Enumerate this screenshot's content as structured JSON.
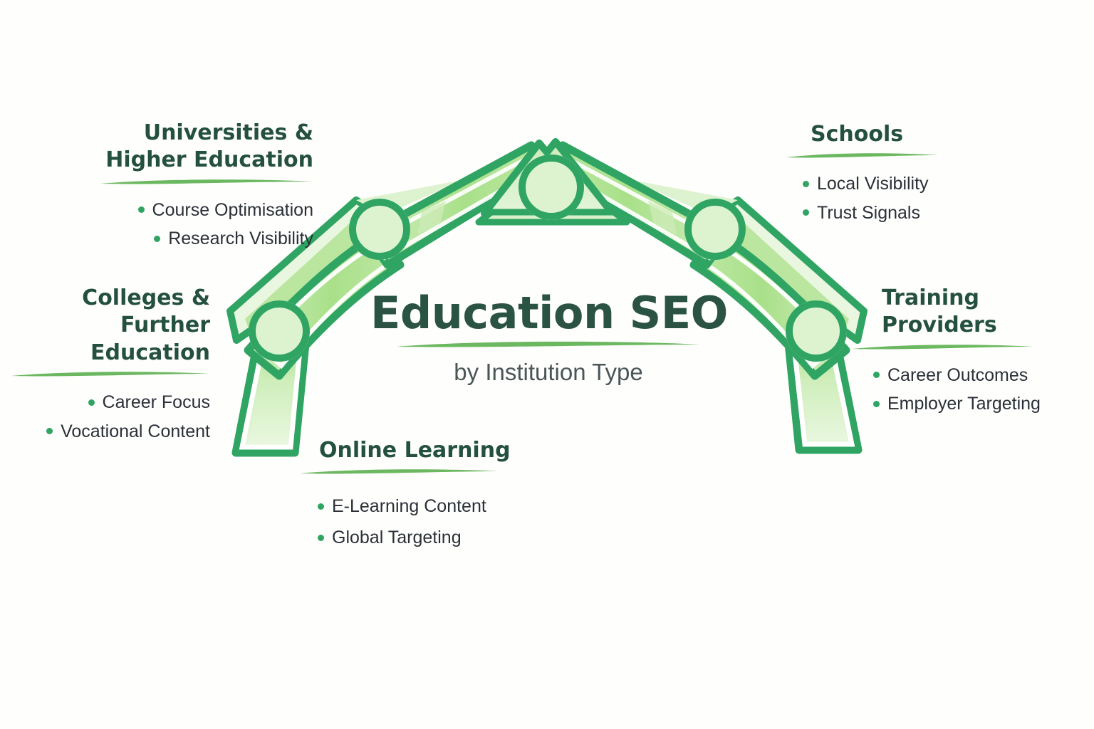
{
  "background_color": "#fefefc",
  "palette": {
    "heading_green": "#24503f",
    "title_green": "#2a5344",
    "accent_green": "#2fa463",
    "light_green": "#a9e08a",
    "pale_green": "#dff3d4",
    "bullet_green": "#2fa463",
    "body_text": "#2b3038",
    "subtitle_grey": "#4a5558",
    "swoosh_green": "#6cb860"
  },
  "center": {
    "title": "Education SEO",
    "subtitle": "by Institution Type"
  },
  "groups": [
    {
      "id": "universities",
      "heading": "Universities &\nHigher Education",
      "align": "right",
      "items": [
        "Course Optimisation",
        "Research Visibility"
      ]
    },
    {
      "id": "colleges",
      "heading": "Colleges &\nFurther Education",
      "align": "right",
      "items": [
        "Career Focus",
        "Vocational Content"
      ]
    },
    {
      "id": "schools",
      "heading": "Schools",
      "align": "left",
      "items": [
        "Local Visibility",
        "Trust Signals"
      ]
    },
    {
      "id": "training",
      "heading": "Training\nProviders",
      "align": "left",
      "items": [
        "Career Outcomes",
        "Employer Targeting"
      ]
    },
    {
      "id": "online",
      "heading": "Online Learning",
      "align": "left",
      "items": [
        "E-Learning Content",
        "Global Targeting"
      ]
    }
  ],
  "diagram": {
    "type": "arch",
    "node_count": 5,
    "node_labels": [
      "Colleges & Further Education",
      "Universities & Higher Education",
      "Education SEO apex",
      "Schools",
      "Training Providers"
    ]
  }
}
